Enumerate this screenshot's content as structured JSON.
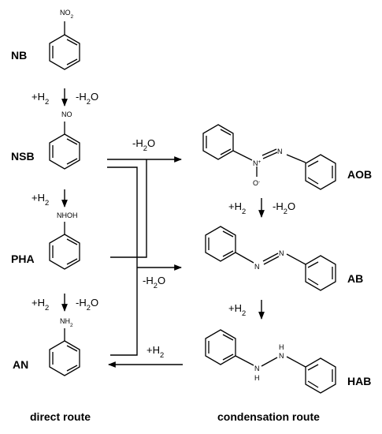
{
  "compounds": {
    "nb": {
      "label": "NB",
      "group": "NO2"
    },
    "nsb": {
      "label": "NSB",
      "group": "NO"
    },
    "pha": {
      "label": "PHA",
      "group": "NHOH"
    },
    "an": {
      "label": "AN",
      "group": "NH2"
    },
    "aob": {
      "label": "AOB",
      "atom_n_plus": "N+",
      "atom_n": "N",
      "atom_o_minus": "O-"
    },
    "ab": {
      "label": "AB",
      "atom_n1": "N",
      "atom_n2": "N"
    },
    "hab": {
      "label": "HAB",
      "atom_nh1": "H",
      "atom_nh1_n": "N",
      "atom_nh2": "N",
      "atom_nh2_h": "H"
    }
  },
  "reagents": {
    "nb_to_nsb_h2": "+H2",
    "nb_to_nsb_h2o": "-H2O",
    "nsb_to_pha_h2": "+H2",
    "pha_to_an_h2": "+H2",
    "pha_to_an_h2o": "-H2O",
    "nsb_pha_to_aob_h2o": "-H2O",
    "to_ab_h2o": "-H2O",
    "aob_to_ab_h2": "+H2",
    "aob_to_ab_h2o": "-H2O",
    "ab_to_hab_h2": "+H2",
    "hab_to_an_h2": "+H2"
  },
  "captions": {
    "direct": "direct route",
    "condensation": "condensation route"
  }
}
